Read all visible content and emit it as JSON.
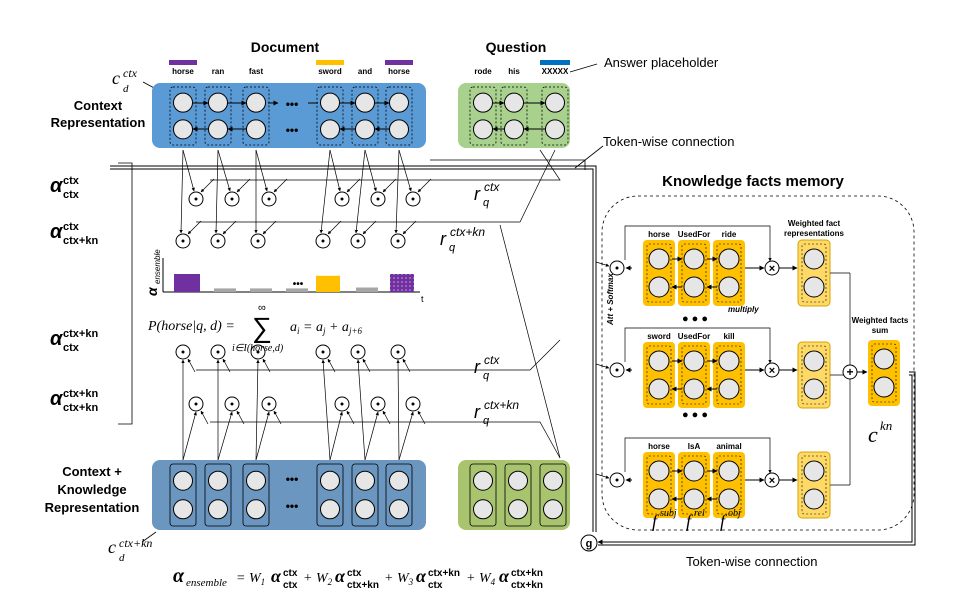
{
  "document": {
    "title": "Document",
    "tokens": [
      "horse",
      "ran",
      "fast",
      "sword",
      "and",
      "horse"
    ],
    "ellipsis": "•••"
  },
  "question": {
    "title": "Question",
    "tokens": [
      "rode",
      "his",
      "XXXXX"
    ]
  },
  "annotations": {
    "answer_placeholder": "Answer placeholder",
    "token_wise_top": "Token-wise connection",
    "token_wise_bottom": "Token-wise connection",
    "multiply": "multiply",
    "att_softmax": "Att + Softmax",
    "gate": "g"
  },
  "left_labels": {
    "context_representation": [
      "Context",
      "Representation"
    ],
    "context_knowledge_representation": [
      "Context +",
      "Knowledge",
      "Representation"
    ],
    "c_d_ctx": "c_d^ctx",
    "c_d_ctx_kn": "c_d^ctx+kn"
  },
  "attention_rows": [
    {
      "main": "α",
      "sub": "ctx",
      "sup": "ctx"
    },
    {
      "main": "α",
      "sub": "ctx+kn",
      "sup": "ctx"
    },
    {
      "main": "α",
      "sub": "ctx",
      "sup": "ctx+kn"
    },
    {
      "main": "α",
      "sub": "ctx+kn",
      "sup": "ctx+kn"
    }
  ],
  "r_labels": [
    "r_q^ctx",
    "r_q^ctx+kn",
    "r_q^ctx",
    "r_q^ctx+kn"
  ],
  "ensemble_bar_chart": {
    "axis_label": "α_ensemble",
    "t_label": "t",
    "bars": [
      {
        "value": 1.0,
        "color": "#7030a0",
        "hatched": false
      },
      {
        "value": 0.2,
        "color": "#a6a6a6",
        "hatched": false
      },
      {
        "value": 0.2,
        "color": "#a6a6a6",
        "hatched": false
      },
      {
        "value": 0.2,
        "color": "#a6a6a6",
        "hatched": false
      },
      {
        "value": 0.9,
        "color": "#ffc000",
        "hatched": false
      },
      {
        "value": 0.25,
        "color": "#a6a6a6",
        "hatched": false
      },
      {
        "value": 1.0,
        "color": "#7030a0",
        "hatched": true
      }
    ],
    "ellipsis": "•••"
  },
  "probability_formula": {
    "lhs": "P(horse|q, d) =",
    "sum_symbol": "∑",
    "sum_top": "∞",
    "sum_bottom": "i∈I(horse,d)",
    "term": "a_i = a_j + a_{j+6}"
  },
  "knowledge_memory": {
    "title": "Knowledge facts memory",
    "weighted_fact_representations": [
      "Weighted fact",
      "representations"
    ],
    "weighted_facts_sum": [
      "Weighted facts",
      "sum"
    ],
    "facts": [
      [
        "horse",
        "UsedFor",
        "ride"
      ],
      [
        "sword",
        "UsedFor",
        "kill"
      ],
      [
        "horse",
        "IsA",
        "animal"
      ]
    ],
    "fact_labels": [
      "f^subj",
      "f^rel",
      "f^obj"
    ],
    "c_kn": "c^kn",
    "dots": "● ● ●"
  },
  "ensemble_formula": "α_ensemble = W1 α_ctx^ctx + W2 α_ctx+kn^ctx + W3 α_ctx^ctx+kn + W4 α_ctx+kn^ctx+kn",
  "colors": {
    "doc_blue": "#5b9bd5",
    "doc_blue_dark": "#4a7fb0",
    "question_green": "#a9d18e",
    "knowledge_blue": "#6a96c0",
    "knowledge_green": "#a9c46e",
    "fact_orange": "#ffc000",
    "fact_light": "#ffd966",
    "purple": "#7030a0",
    "question_bar": "#0070c0"
  }
}
